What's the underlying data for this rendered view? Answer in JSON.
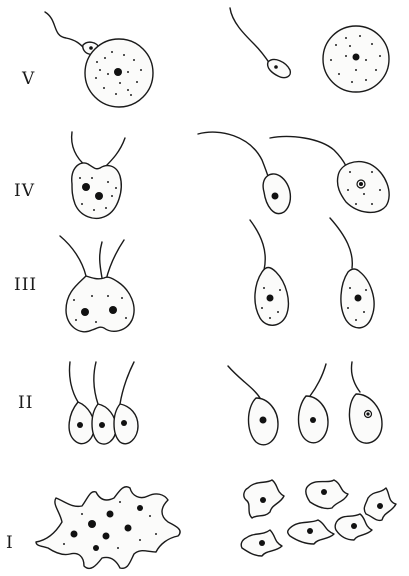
{
  "plate": {
    "row_labels": {
      "v": "V",
      "iv": "IV",
      "iii": "III",
      "ii": "II",
      "i": "I"
    }
  }
}
